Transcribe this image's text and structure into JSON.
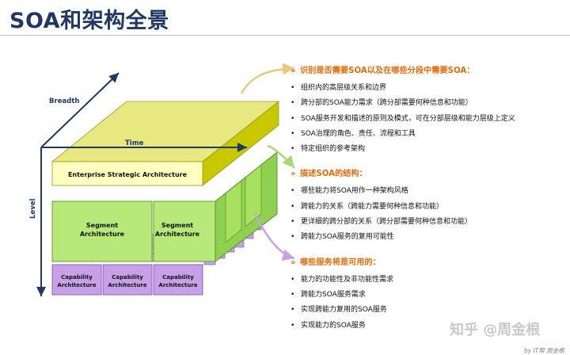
{
  "title": "SOA和架构全景",
  "diagram": {
    "axis_breadth": "Breadth",
    "axis_time": "Time",
    "axis_level": "Level",
    "enterprise": "Enterprise Strategic Architecture",
    "segment_1": [
      "Segment",
      "Architecture"
    ],
    "segment_2": [
      "Segment",
      "Architecture"
    ],
    "capability_1": [
      "Capability",
      "Architecture"
    ],
    "capability_2": [
      "Capability",
      "Architecture"
    ],
    "capability_3": [
      "Capability",
      "Architecture"
    ]
  },
  "sections": [
    {
      "title": "识别是否需要SOA以及在哪些分段中需要SOA：",
      "items": [
        "组织内的高层级关系和边界",
        "跨分部的SOA能力需求（跨分部需要何种信息和功能）",
        "SOA服务开发和描述的原则及模式，可在分部层级和能力层级上定义",
        "SOA治理的角色、责任、流程和工具",
        "特定组织的参考架构"
      ]
    },
    {
      "title": "描述SOA的结构：",
      "items": [
        "哪些能力将SOA用作一种架构风格",
        "跨能力的关系（跨能力需要何种信息和功能）",
        "更详细的跨分部的关系（跨分部需要何种信息和功能）",
        "跨能力SOA服务的复用可能性"
      ]
    },
    {
      "title": "哪些服务将是可用的：",
      "items": [
        "能力的功能性及非功能性需求",
        "跨能力SOA服务需求",
        "实现跨能力复用的SOA服务",
        "实现能力的SOA服务"
      ]
    }
  ],
  "watermark": "知乎 @周金根",
  "credit": "by IT帮 周金根",
  "colors": {
    "title": "#1f3864",
    "section_title": "#e36c0a",
    "enterprise_front": "#ffffc0",
    "enterprise_side": "#c8c800",
    "segment_front": "#b8e878",
    "capability_front": "#c8a0e8"
  }
}
